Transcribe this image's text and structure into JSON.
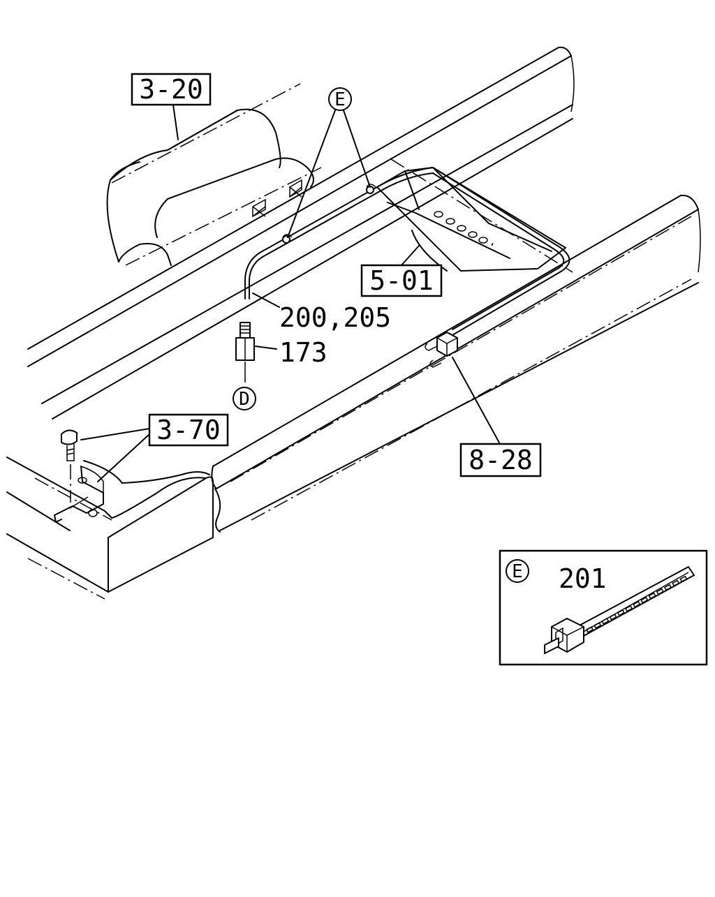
{
  "labels": {
    "ref_3_20": "3-20",
    "ref_5_01": "5-01",
    "ref_3_70": "3-70",
    "ref_8_28": "8-28",
    "part_200_205": "200,205",
    "part_173": "173",
    "part_201": "201"
  },
  "callouts": {
    "e_main": "E",
    "d_main": "D",
    "e_detail": "E"
  }
}
